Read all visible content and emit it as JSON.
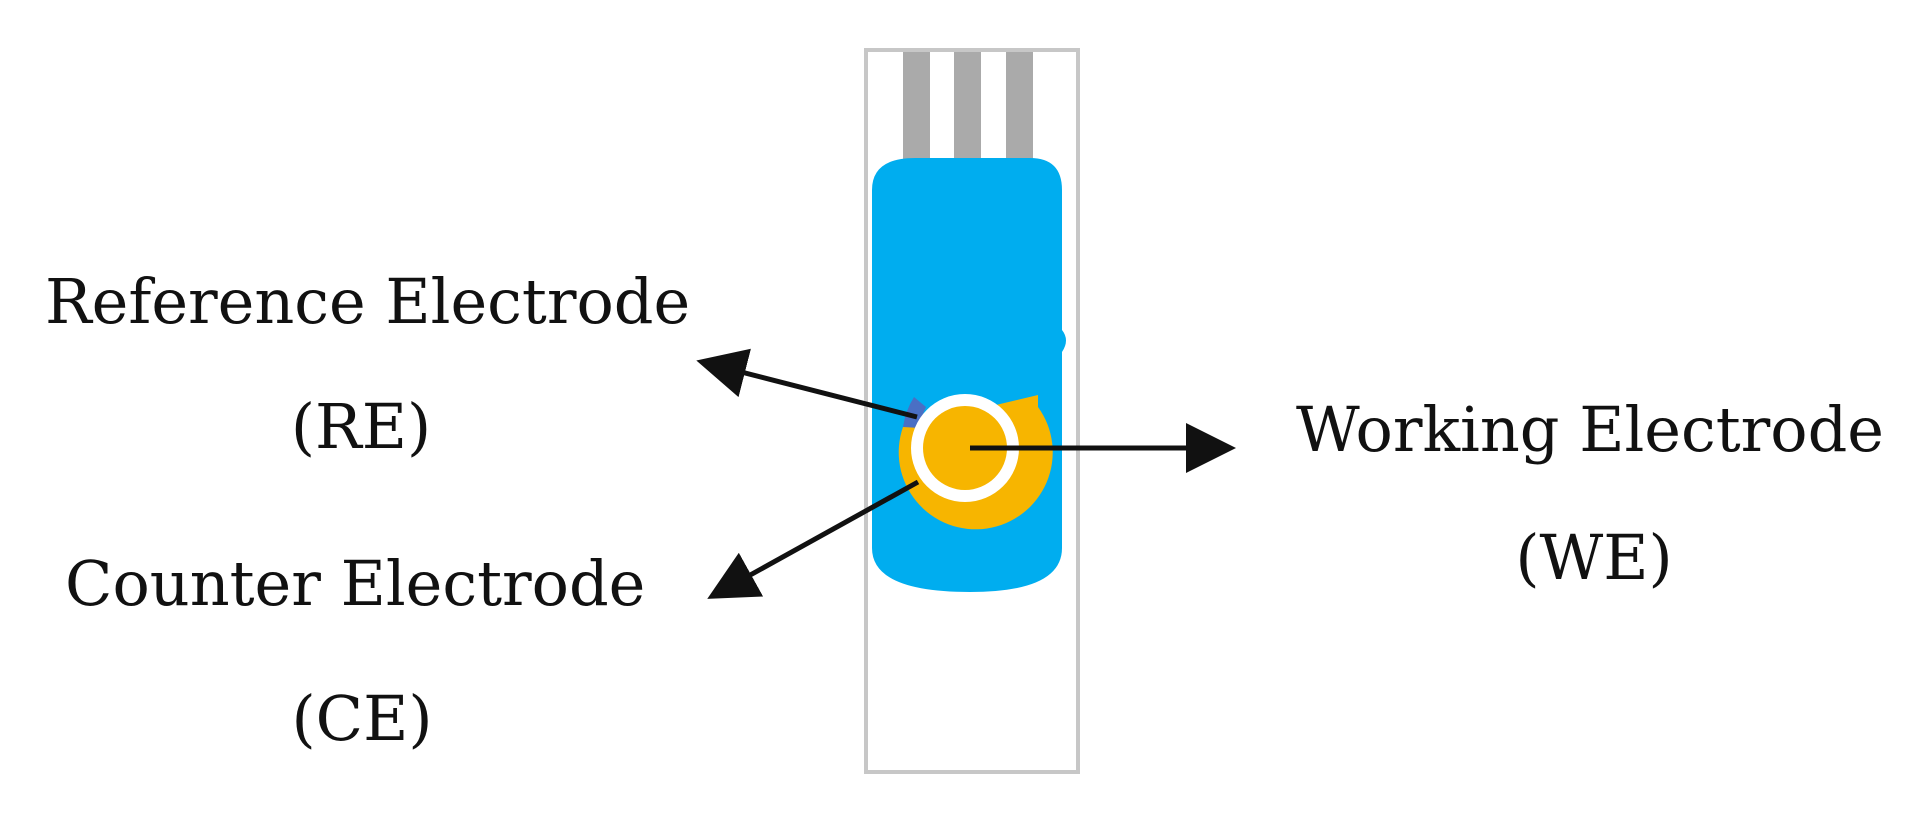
{
  "labels": {
    "reference_name": "Reference Electrode",
    "reference_abbr": "(RE)",
    "counter_name": "Counter Electrode",
    "counter_abbr": "(CE)",
    "working_name": "Working Electrode",
    "working_abbr": "(WE)"
  },
  "colors": {
    "strip_outline": "#c7c7c7",
    "contact_lines": "#aaaaaa",
    "insulation": "#00adef",
    "working_electrode": "#f7b500",
    "reference_electrode": "#4a6fc4",
    "gap_ring": "#ffffff",
    "arrow": "#111111"
  }
}
